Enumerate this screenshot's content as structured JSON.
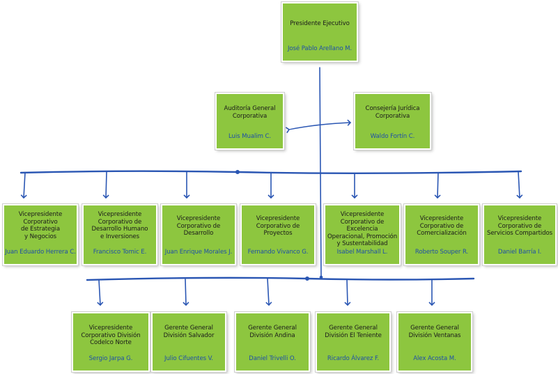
{
  "colors": {
    "box_fill": "#8dc63f",
    "connector": "#2a56b3",
    "name_text": "#1f4fa8"
  },
  "president": {
    "title": "Presidente Ejecutivo",
    "name": "José Pablo Arellano M."
  },
  "staff": [
    {
      "title": "Auditoría General\nCorporativa",
      "name": "Luis Mualim C."
    },
    {
      "title": "Consejería Jurídica\nCorporativa",
      "name": "Waldo Fortín C."
    }
  ],
  "vicepresidents": [
    {
      "title": "Vicepresidente\nCorporativo\nde Estrategia\ny Negocios",
      "name": "Juan Eduardo Herrera C."
    },
    {
      "title": "Vicepresidente\nCorporativo de\nDesarrollo Humano\ne Inversiones",
      "name": "Francisco Tomic E."
    },
    {
      "title": "Vicepresidente\nCorporativo de\nDesarrollo",
      "name": "Juan Enrique Morales J."
    },
    {
      "title": "Vicepresidente\nCorporativo de\nProyectos",
      "name": "Fernando Vivanco G."
    },
    {
      "title": "Vicepresidente\nCorporativo de Excelencia\nOperacional, Promoción\ny Sustentabilidad",
      "name": "Isabel Marshall L."
    },
    {
      "title": "Vicepresidente\nCorporativo de\nComercialización",
      "name": "Roberto Souper R."
    },
    {
      "title": "Vicepresidente\nCorporativo de\nServicios Compartidos",
      "name": "Daniel Barría I."
    }
  ],
  "divisions": [
    {
      "title": "Vicepresidente\nCorporativo División\nCodelco Norte",
      "name": "Sergio Jarpa G."
    },
    {
      "title": "Gerente General\nDivisión Salvador",
      "name": "Julio Cifuentes V."
    },
    {
      "title": "Gerente General\nDivisión Andina",
      "name": "Daniel Trivelli O."
    },
    {
      "title": "Gerente General\nDivisión El Teniente",
      "name": "Ricardo Álvarez F."
    },
    {
      "title": "Gerente General\nDivisión Ventanas",
      "name": "Alex Acosta M."
    }
  ]
}
